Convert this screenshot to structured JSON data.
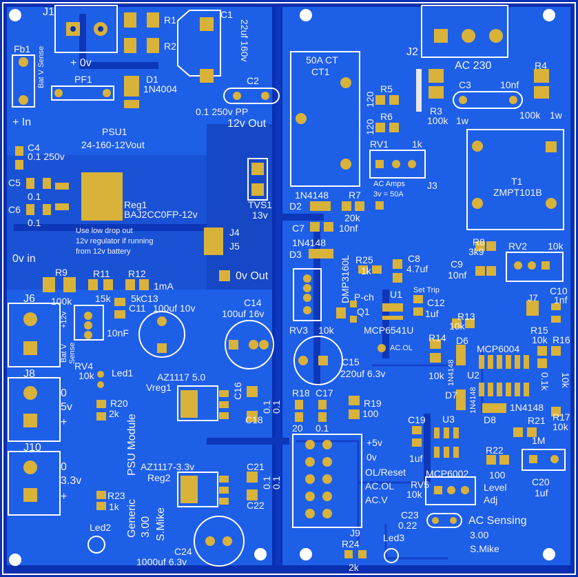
{
  "colors": {
    "board": "#0a2fb0",
    "copper": "#1e5fe8",
    "pad": "#d9b23a",
    "silk": "#f4f4f4",
    "trace": "#1b4fd0",
    "edge": "#ffffff"
  },
  "labels": {
    "j1": "J1",
    "fb1": "Fb1",
    "bat_v_sense": "Bat V Sense",
    "plus_0v": "+  0v",
    "r1": "R1",
    "r2": "R2",
    "c1": "C1",
    "c1_val": "22uf 160v",
    "d1": "D1",
    "d1_val": "1N4004",
    "pf1": "PF1",
    "c2": "C2",
    "c2_val": "0.1 250v PP",
    "out12": "12v Out",
    "psu1": "PSU1",
    "psu1_val": "24-160-12Vout",
    "plus_in": "+ In",
    "c4": "C4",
    "c4_val": "0.1 250v",
    "c5": "C5",
    "c5_val": "0.1",
    "c6": "C6",
    "c6_val": "0.1",
    "reg1": "Reg1",
    "reg1_val": "BAJ2CC0FP-12v",
    "note1": "Use low drop out",
    "note2": "12v regulator if running",
    "note3": "from 12v battery",
    "zero_in": "0v  in",
    "r9": "R9",
    "r9_val": "100k",
    "r11": "R11",
    "r11_val": "15k",
    "r12": "R12",
    "r12_val": "5k",
    "ma": "1mA",
    "j6": "J6",
    "plus12": "+12v",
    "bat_v": "Bat V",
    "sense": "Sense",
    "c11": "C11",
    "c11_val": "10nF",
    "rv4": "RV4",
    "rv4_val": "10k",
    "c13": "C13",
    "c13_val": "100uf 10v",
    "c14": "C14",
    "c14_val": "100uf  16v",
    "j4": "J4",
    "j5": "J5",
    "zero_out": "0v  Out",
    "tvs1": "TVS1",
    "tvs1_val": "13v",
    "j8": "J8",
    "j8_0": "0",
    "j8_5v": "5v",
    "j8_plus": "+",
    "led1": "Led1",
    "r20": "R20",
    "r20_val": "2k",
    "az1": "AZ1117  5.0",
    "vreg1": "Vreg1",
    "c16": "C16",
    "c16_val": "0.1",
    "c18": "C18",
    "c18_val": "0.1",
    "j10": "J10",
    "j10_0": "0",
    "j10_33": "3.3v",
    "j10_plus": "+",
    "psu_module": "PSU Module",
    "az2": "AZ1117-3.3v",
    "reg2": "Reg2",
    "c21": "C21",
    "c21_val": "0.1",
    "c22": "C22",
    "c22_val": "0.1",
    "r23": "R23",
    "r23_val": "1k",
    "generic": "Generic",
    "ver1": "3.00",
    "smike1": "S.Mike",
    "led2": "Led2",
    "c24": "C24",
    "c24_val": "1000uf  6.3v",
    "ct": "50A  CT",
    "ct1": "CT1",
    "r5": "R5",
    "r6": "R6",
    "r5v": "120",
    "r6v": "120",
    "rv1": "RV1",
    "rv1_val": "1k",
    "ac_amps": "AC Amps",
    "ac_scale": "3v = 50A",
    "j3": "J3",
    "j2": "J2",
    "ac230": "AC 230",
    "r3": "R3",
    "r3_val": "100k",
    "r3_w": "1w",
    "c3": "C3",
    "c3_val": "10nf",
    "r4": "R4",
    "r4_val": "100k",
    "r4_w": "1w",
    "t1": "T1",
    "t1_val": "ZMPT101B",
    "d2": "1N4148",
    "d2n": "D2",
    "r7": "R7",
    "r7_val": "20k",
    "c7": "C7",
    "c7_val": "10nf",
    "d3v": "1N4148",
    "d3": "D3",
    "r25": "R25",
    "r25_val": "1k",
    "c8": "C8",
    "c8_val": "4.7uf",
    "dmp": "DMP3160L",
    "pch": "P-ch",
    "q1": "Q1",
    "u1": "U1",
    "set_trip": "Set Trip",
    "c12": "C12",
    "c12_val": "1uf",
    "mcp6541": "MCP6541U",
    "acol": "AC.OL",
    "rv3": "RV3",
    "rv3_val": "10k",
    "c15": "C15",
    "c15_val": "220uf 6.3v",
    "r8": "R8",
    "r8_val": "3k9",
    "c9": "C9",
    "c9_val": "10nf",
    "rv2": "RV2",
    "rv2_val": "10k",
    "j7": "J7",
    "c10": "C10",
    "c10_val": "1nf",
    "r13": "R13",
    "r13_val": "10k",
    "r14": "R14",
    "r14_val": "10k",
    "d6": "D6",
    "d6v": "1N4148",
    "u2": "U2",
    "mcp6004": "MCP6004",
    "d7": "D7",
    "d7v": "1N4148",
    "d8": "D8",
    "d8v": "1N4148",
    "r15": "R15",
    "r15_val": "10k",
    "r16": "R16",
    "r16_val": "10k",
    "r16v2": "0.1k",
    "r17": "R17",
    "r17_val": "10k",
    "r21": "R21",
    "r21_val": "1M",
    "r18": "R18",
    "r18_val": "20",
    "c17": "C17",
    "c17_val": "0.1",
    "r19": "R19",
    "r19_val": "100",
    "c19": "C19",
    "c19_val": "1uf",
    "u3": "U3",
    "p5v": "+5v",
    "p0v": "0v",
    "ol_reset": "OL/Reset",
    "ac_ol": "AC.OL",
    "ac_v": "AC.V",
    "j9": "J9",
    "mcp6002": "MCP6002",
    "rv5": "RV5",
    "rv5_val": "10k",
    "r22": "R22",
    "r22_val": "100",
    "level": "Level",
    "adj": "Adj",
    "c20": "C20",
    "c20_val": "1uf",
    "c23": "C23",
    "c23_val": "0.22",
    "ac_sensing": "AC Sensing",
    "ver2": "3.00",
    "smike2": "S.Mike",
    "led3": "Led3",
    "r24": "R24",
    "r24_val": "2k"
  }
}
